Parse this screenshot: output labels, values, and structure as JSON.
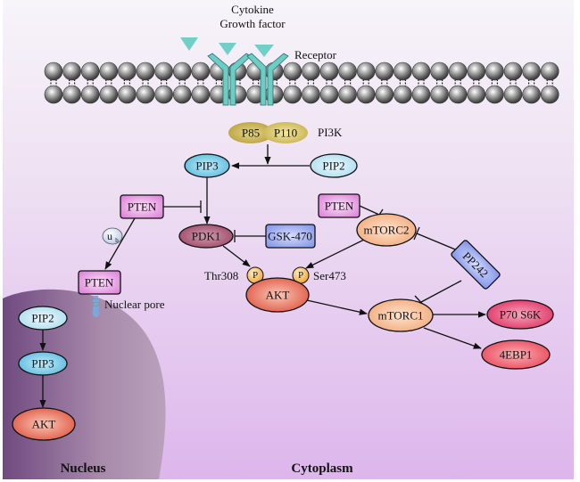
{
  "title": "PI3K/AKT/mTOR signaling pathway",
  "labels": {
    "ligand": [
      "Cytokine",
      "Growth factor"
    ],
    "receptor": "Receptor",
    "pi3k": "PI3K",
    "nuclear_pore": "Nuclear pore",
    "thr308": "Thr308",
    "ser473": "Ser473",
    "nucleus": "Nucleus",
    "cytoplasm": "Cytoplasm"
  },
  "nodes": {
    "p85": "P85",
    "p110": "P110",
    "pip3": "PIP3",
    "pip2": "PIP2",
    "pten_cyto": "PTEN",
    "ub": "u",
    "ub_sub": "b",
    "pdk1": "PDK1",
    "gsk470": "GSK-470",
    "pten_nuclear": "PTEN",
    "p_thr": "P",
    "p_ser": "P",
    "akt": "AKT",
    "pten_mtorc2": "PTEN",
    "mtorc2": "mTORC2",
    "pp242": "PP242",
    "mtorc1": "mTORC1",
    "p70s6k": "P70 S6K",
    "eebp1": "4EBP1",
    "nuc_pip2": "PIP2",
    "nuc_pip3": "PIP3",
    "nuc_akt": "AKT"
  },
  "edges": [
    {
      "from": "PI3K",
      "to": "PIP2→PIP3",
      "type": "activation"
    },
    {
      "from": "PIP2",
      "to": "PIP3",
      "type": "conversion"
    },
    {
      "from": "PTEN",
      "to": "PIP3→PDK1",
      "type": "inhibition"
    },
    {
      "from": "PIP3",
      "to": "PDK1",
      "type": "activation"
    },
    {
      "from": "GSK-470",
      "to": "PDK1",
      "type": "inhibition"
    },
    {
      "from": "PTEN",
      "to": "PTEN (nuclear)",
      "type": "translocation"
    },
    {
      "from": "PDK1",
      "to": "AKT Thr308",
      "type": "phosphorylation"
    },
    {
      "from": "mTORC2",
      "to": "AKT Ser473",
      "type": "phosphorylation"
    },
    {
      "from": "PTEN",
      "to": "mTORC2",
      "type": "inhibition"
    },
    {
      "from": "PP242",
      "to": "mTORC2",
      "type": "inhibition"
    },
    {
      "from": "PP242",
      "to": "mTORC1",
      "type": "inhibition"
    },
    {
      "from": "AKT",
      "to": "mTORC1",
      "type": "activation"
    },
    {
      "from": "mTORC1",
      "to": "P70 S6K",
      "type": "activation"
    },
    {
      "from": "mTORC1",
      "to": "4EBP1",
      "type": "activation"
    },
    {
      "from": "PIP2 (nuclear)",
      "to": "PIP3 (nuclear)",
      "type": "activation"
    },
    {
      "from": "PIP3 (nuclear)",
      "to": "AKT (nuclear)",
      "type": "activation"
    }
  ],
  "colors": {
    "background_top": "#f5f1f8",
    "background_bottom": "#deb8ec",
    "nucleus": "#7d5a8c",
    "receptor": "#6ccdc4",
    "pi3k": "#c9b24f",
    "pip": "#7fcbe6",
    "pten": "#e48ee0",
    "pdk1": "#a4516e",
    "inhibitor": "#8fa2ef",
    "akt": "#e05a44",
    "mtorc": "#f6b68a",
    "p70s6k": "#e23c6a",
    "eebp1": "#ec4b5c",
    "phospho": "#f2a93c"
  }
}
